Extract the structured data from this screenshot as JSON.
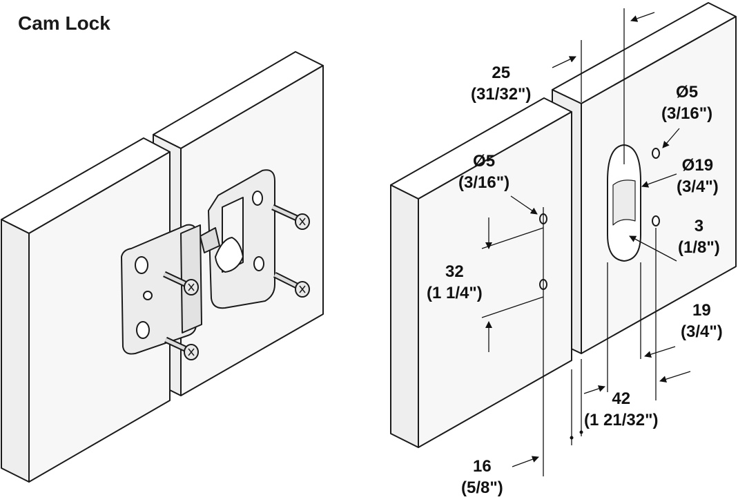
{
  "title": "Cam Lock",
  "dimensions": {
    "panel_thickness": {
      "metric": "25",
      "imperial": "(31/32\")"
    },
    "hole_dia_right": {
      "metric": "Ø5",
      "imperial": "(3/16\")"
    },
    "cam_dia": {
      "metric": "Ø19",
      "imperial": "(3/4\")"
    },
    "cam_offset": {
      "metric": "3",
      "imperial": "(1/8\")"
    },
    "hole_dia_left": {
      "metric": "Ø5",
      "imperial": "(3/16\")"
    },
    "hole_spacing": {
      "metric": "32",
      "imperial": "(1 1/4\")"
    },
    "hole_edge_right": {
      "metric": "19",
      "imperial": "(3/4\")"
    },
    "cam_edge": {
      "metric": "42",
      "imperial": "(1 21/32\")"
    },
    "hole_edge_left": {
      "metric": "16",
      "imperial": "(5/8\")"
    }
  }
}
